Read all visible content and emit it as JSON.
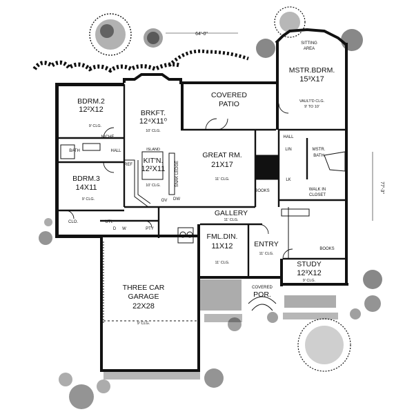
{
  "dimensions": {
    "width": "64'-0\"",
    "depth": "77'-3\""
  },
  "rooms": {
    "bdrm2": {
      "name": "BDRM.2",
      "size": "12²X12",
      "ceiling": "9' CLG."
    },
    "bdrm3": {
      "name": "BDRM.3",
      "size": "14X11",
      "ceiling": "9' CLG."
    },
    "bath": {
      "name": "BATH"
    },
    "niche": {
      "name": "NICHE"
    },
    "hall_left": {
      "name": "HALL"
    },
    "bkfst": {
      "name": "BRKFT.",
      "size": "12⁴X11⁰",
      "ceiling": "10' CLG."
    },
    "kitchen": {
      "name": "KIT'N.",
      "size": "12²X11",
      "island": "ISLAND",
      "ceiling": "10' CLG."
    },
    "snack_ledge": {
      "name": "SNAK LEDGE"
    },
    "covered_patio": {
      "name": "COVERED",
      "name2": "PATIO"
    },
    "great_rm": {
      "name": "GREAT RM.",
      "size": "21X17",
      "ceiling": "11' CLG."
    },
    "books_left": {
      "name": "BOOKS"
    },
    "gallery": {
      "name": "GALLERY",
      "ceiling": "11' CLG."
    },
    "mstr_bdrm": {
      "name": "MSTR.BDRM.",
      "size": "15³X17",
      "ceiling": "VAULT'D CLG.",
      "ceiling2": "9' TO 10'"
    },
    "sitting": {
      "name": "SITTING",
      "name2": "AREA"
    },
    "mstr_bath": {
      "name": "MSTR.",
      "name2": "BATH"
    },
    "hall_right": {
      "name": "HALL"
    },
    "lin": {
      "name": "LIN"
    },
    "walk_in": {
      "name": "WALK IN",
      "name2": "CLOSET"
    },
    "fml_din": {
      "name": "FML.DIN.",
      "size": "11X12",
      "ceiling": "11' CLG."
    },
    "entry": {
      "name": "ENTRY",
      "ceiling": "11' CLG."
    },
    "study": {
      "name": "STUDY",
      "size": "12³X12",
      "ceiling": "9' CLG.",
      "books": "BOOKS"
    },
    "covered_por": {
      "name": "COVERED",
      "name2": "POR."
    },
    "garage": {
      "name": "THREE CAR",
      "name2": "GARAGE",
      "size": "22X28",
      "ceiling": "9' CLG."
    },
    "utility": {
      "name": "UTI."
    },
    "pantry": {
      "name": "PTY"
    },
    "closets": {
      "clo": "CLO.",
      "ref": "REF",
      "dw": "DW",
      "ov": "OV",
      "d": "D",
      "w": "W",
      "lk": "LK"
    }
  }
}
